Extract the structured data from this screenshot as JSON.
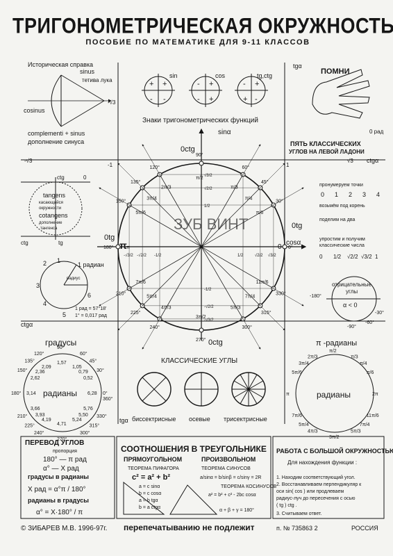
{
  "header": {
    "title": "ТРИГОНОМЕТРИЧЕСКАЯ ОКРУЖНОСТЬ",
    "subtitle": "ПОСОБИЕ ПО МАТЕМАТИКЕ ДЛЯ 9-11 КЛАССОВ"
  },
  "history": {
    "title": "Историческая справка",
    "sinus": "sinus",
    "sinus_ru": "тетива лука",
    "cosinus": "cosinus",
    "complement": "complementi + sinus",
    "complement_ru": "дополнение синуса"
  },
  "signs": {
    "labels": [
      "sin",
      "cos",
      "tg,ctg"
    ],
    "caption": "Знаки тригонометрических функций",
    "quadrants": [
      [
        "+",
        "+",
        "-",
        "-"
      ],
      [
        "-",
        "+",
        "-",
        "+"
      ],
      [
        "-",
        "+",
        "+",
        "-"
      ]
    ]
  },
  "remember": {
    "title": "ПОМНИ",
    "zero": "0 рад"
  },
  "axes": {
    "tg": "tgα",
    "ctg": "ctgα",
    "sin": "sinα",
    "cos": "cosα",
    "zero_ctg_top": "0ctg",
    "zero_ctg_bottom": "0ctg",
    "zero_tg_left": "0tg",
    "zero_tg_right": "0tg",
    "sqrt3": "√3",
    "neg_sqrt3": "-√3",
    "one": "1",
    "neg_one": "-1"
  },
  "unit_circle": {
    "degrees": [
      "0°",
      "30°",
      "45°",
      "60°",
      "90°",
      "120°",
      "135°",
      "150°",
      "180°",
      "210°",
      "225°",
      "240°",
      "270°",
      "300°",
      "315°",
      "330°",
      "360°"
    ],
    "radians": [
      "π/6",
      "π/4",
      "π/3",
      "π/2",
      "2π/3",
      "3π/4",
      "5π/6",
      "π",
      "7π/6",
      "5π/4",
      "4π/3",
      "3π/2",
      "5π/3",
      "7π/4",
      "11π/6",
      "2π"
    ],
    "x_ticks": [
      "-√3/2",
      "-√2/2",
      "-1/2",
      "1/2",
      "√2/2",
      "√3/2"
    ],
    "y_ticks": [
      "1/2",
      "√2/2",
      "√3/2",
      "-1/2",
      "-√2/2",
      "-√3/2"
    ],
    "pi_label": "π",
    "zero_label": "0",
    "big_letters": "ЗУБ ВИНТ"
  },
  "tangent_box": {
    "tangens": "tangens",
    "tangens_ru1": "касающийся",
    "tangens_ru2": "окружности",
    "cotangens": "cotangens",
    "cotangens_ru1": "дополнение",
    "cotangens_ru2": "тангенса",
    "ctg": "ctg",
    "tg": "tg",
    "zero": "0"
  },
  "five_classic": {
    "title1": "ПЯТЬ КЛАССИЧЕСКИХ",
    "title2": "УГЛОВ НА ЛЕВОЙ ЛАДОНИ",
    "row1_label": "пронумеруем точки",
    "row1": [
      "0",
      "1",
      "2",
      "3",
      "4"
    ],
    "row2_label": "возьмём под корень",
    "row3_label": "поделим на два",
    "row4_label": "упростим и получим",
    "row4_label2": "классические числа",
    "row4": [
      "0",
      "1/2",
      "√2/2",
      "√3/2",
      "1"
    ]
  },
  "radian_box": {
    "label": "1 радиан",
    "rad": "1 рад = 57°18'",
    "deg": "1° = 0,017 рад",
    "digits": [
      "1",
      "2",
      "3",
      "4",
      "5",
      "6"
    ],
    "radius": "радиус"
  },
  "negative": {
    "title1": "отрицательные",
    "title2": "углы",
    "cond": "α < 0",
    "deg": [
      "-180°",
      "-90°",
      "-60°",
      "-30°"
    ]
  },
  "degrees_circle": {
    "title": "градусы",
    "center": "радианы",
    "degs": [
      "90°",
      "60°",
      "45°",
      "30°",
      "0°",
      "360°",
      "330°",
      "315°",
      "300°",
      "270°",
      "240°",
      "225°",
      "210°",
      "180°",
      "150°",
      "135°",
      "120°"
    ],
    "rads": [
      "1,57",
      "1,05",
      "0,79",
      "0,52",
      "6,28",
      "5,76",
      "5,50",
      "5,24",
      "4,71",
      "4,19",
      "3,93",
      "3,66",
      "3,14",
      "2,62",
      "2,36",
      "2,09"
    ]
  },
  "classic_angles": {
    "title": "КЛАССИЧЕСКИЕ УГЛЫ",
    "labels": [
      "биссектрисные",
      "осевые",
      "трисектрисные"
    ]
  },
  "pi_radians": {
    "title": "π -радианы",
    "center": "радианы"
  },
  "conversion": {
    "title": "ПЕРЕВОД УГЛОВ",
    "proportion": "пропорция",
    "eq1": "180° — π рад",
    "eq2": "α° — X рад",
    "deg_to_rad_title": "градусы в радианы",
    "deg_to_rad": "X рад = α°π / 180°",
    "rad_to_deg_title": "радианы в градусы",
    "rad_to_deg": "α° = X·180° / π"
  },
  "triangle": {
    "title": "СООТНОШЕНИЯ В ТРЕУГОЛЬНИКЕ",
    "right": "ПРЯМОУГОЛЬНОМ",
    "arbitrary": "ПРОИЗВОЛЬНОМ",
    "pythagoras": "ТЕОРЕМА ПИФАГОРА",
    "pyth_formula": "c² = a² + b²",
    "rel1": "a = c sinα",
    "rel2": "b = c cosα",
    "rel3": "a = b tgα",
    "rel4": "b = a ctgα",
    "sines": "ТЕОРЕМА СИНУСОВ",
    "sines_formula": "a/sinα = b/sinβ = c/sinγ = 2R",
    "cosines": "ТЕОРЕМА КОСИНУСОВ",
    "cosines_formula": "a² = b² + c² - 2bc cosα",
    "angle_sum": "α + β + γ = 180°"
  },
  "work": {
    "title": "РАБОТА С БОЛЬШОЙ ОКРУЖНОСТЬЮ",
    "subtitle": "Для нахождения функции :",
    "step1": "1. Находим соответствующий угол.",
    "step2": "2. Восстанавливаем перпендикуляр к",
    "step2b": "оси  sin( cos ) или продлеваем",
    "step2c": "радиус-луч до пересечения с осью",
    "step2d": "( tg ) ctg .",
    "step3": "3. Считываем ответ."
  },
  "footer": {
    "author": "© ЗИБАРЕВ М.В.   1996-97г.",
    "note": "перепечатыванию не подлежит",
    "number": "п. № 735863 2",
    "country": "РОССИЯ"
  }
}
